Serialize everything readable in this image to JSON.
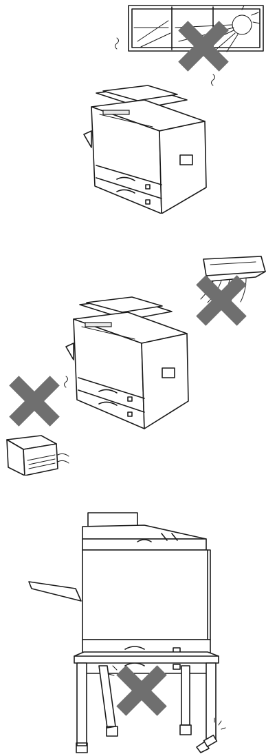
{
  "figure": {
    "panels": [
      {
        "id": "panel-sunlight",
        "hazard": "direct-sunlight"
      },
      {
        "id": "panel-heat-cold",
        "hazard": "air-conditioner-and-heater"
      },
      {
        "id": "panel-unstable-stand",
        "hazard": "uneven-stand"
      }
    ],
    "icons": {
      "prohibited": "prohibited-x-icon",
      "sunlight": "sunlight-icon",
      "copier": "copier-icon",
      "air_conditioner": "air-conditioner-icon",
      "heater": "heater-icon",
      "table": "table-icon",
      "loose_bolt": "loose-bolt-icon"
    },
    "colors": {
      "prohibited_mark": "#6f6f6f",
      "line_art": "#1a1a1a",
      "background": "#ffffff"
    }
  }
}
